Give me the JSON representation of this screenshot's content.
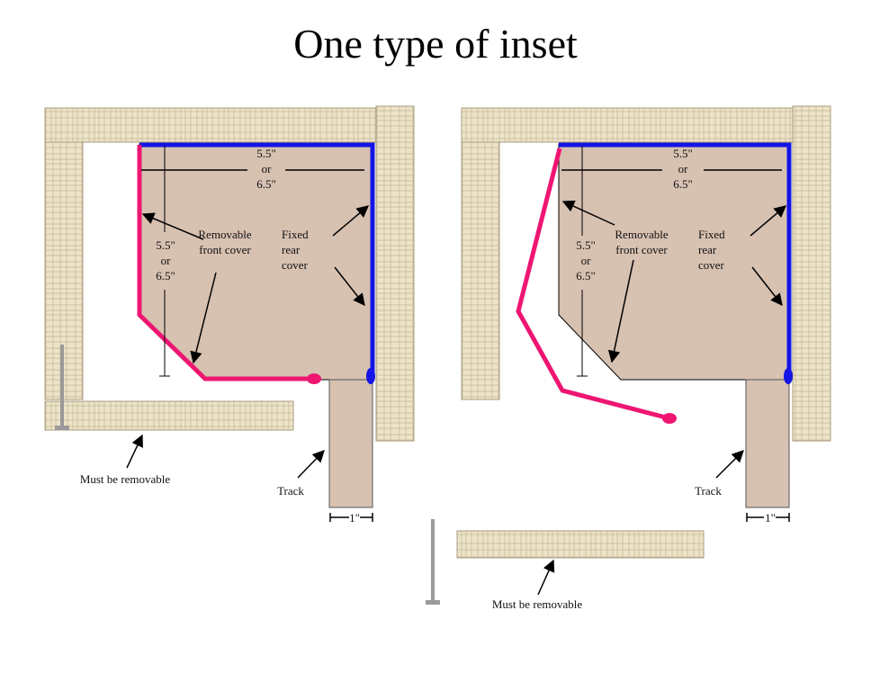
{
  "title": "One type of inset",
  "dimension": {
    "width_top": "5.5\"",
    "width_mid": "or",
    "width_bot": "6.5\"",
    "height_top": "5.5\"",
    "height_mid": "or",
    "height_bot": "6.5\"",
    "track_width": "1\""
  },
  "labels": {
    "removable_front_cover_1": "Removable",
    "removable_front_cover_2": "front cover",
    "fixed_rear_cover_1": "Fixed",
    "fixed_rear_cover_2": "rear",
    "fixed_rear_cover_3": "cover",
    "track": "Track",
    "must_be_removable": "Must be removable"
  },
  "colors": {
    "wood": "#ece3c8",
    "wood_grain": "#b9ad8c",
    "box": "#d7c1b1",
    "front_cover": "#ef1672",
    "rear_cover": "#1414e6"
  }
}
